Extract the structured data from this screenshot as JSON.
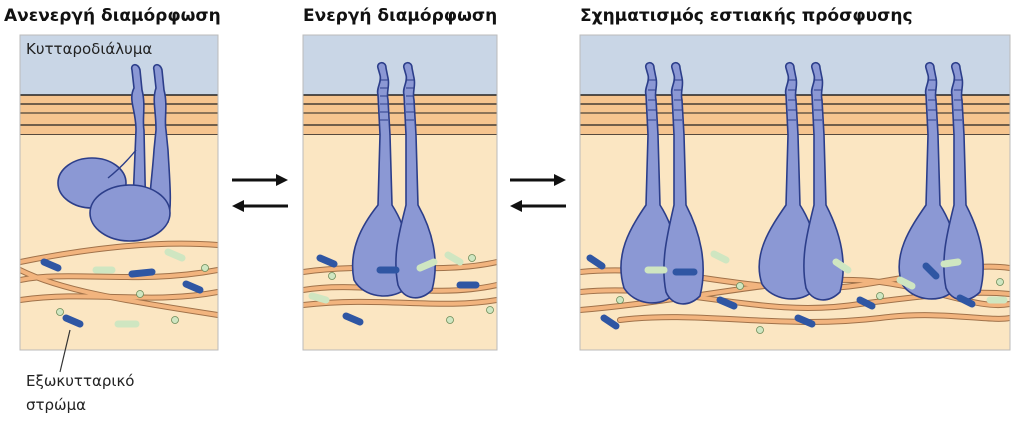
{
  "panels": [
    {
      "title": "Ανενεργή διαμόρφωση"
    },
    {
      "title": "Ενεργή διαμόρφωση"
    },
    {
      "title": "Σχηματισμός εστιακής πρόσφυσης"
    }
  ],
  "labels": {
    "cytosol": "Κυτταροδιάλυμα",
    "ecm_line1": "Εξωκυτταρικό",
    "ecm_line2": "στρώμα"
  },
  "colors": {
    "cytosol": "#c9d6e6",
    "membrane": "#f6c58f",
    "extracellular": "#fbe6c2",
    "integrin": "#8b98d4",
    "fiber": "#f2b47e",
    "particle_dark": "#2f56a3",
    "particle_light": "#cfe6c1"
  }
}
